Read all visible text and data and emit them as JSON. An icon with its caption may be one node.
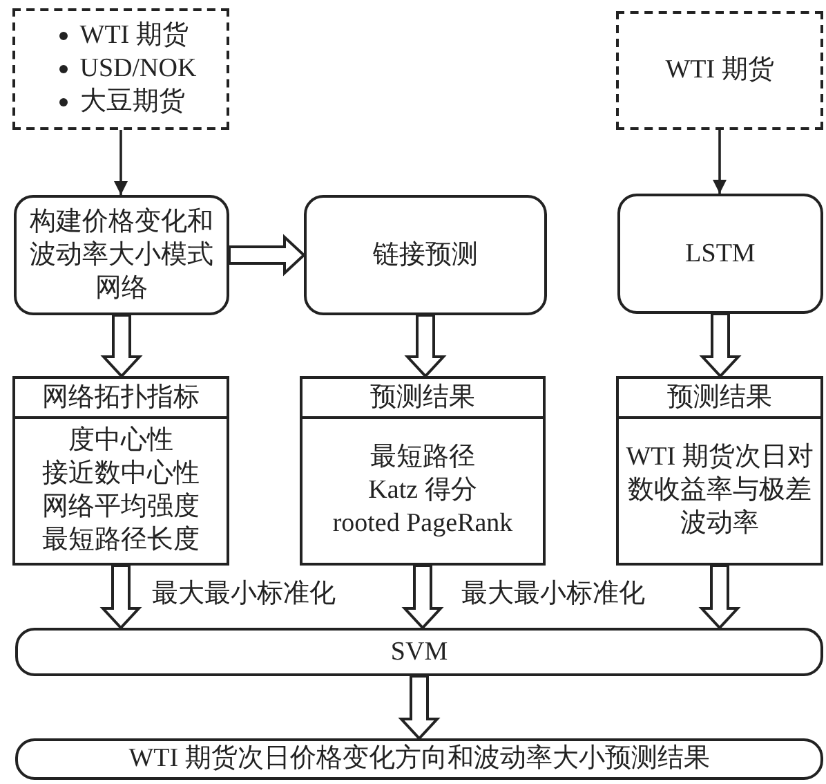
{
  "diagram": {
    "nodes": [
      {
        "text": [
          "WTI 期货",
          "USD/NOK",
          "大豆期货"
        ]
      },
      {
        "text": [
          "WTI 期货"
        ]
      },
      {
        "text": [
          "构建价格变化和波动率大小模式网络"
        ]
      },
      {
        "text": [
          "链接预测"
        ]
      },
      {
        "text": [
          "LSTM"
        ]
      },
      {
        "text": [
          "网络拓扑指标",
          "度中心性",
          "接近数中心性",
          "网络平均强度",
          "最短路径长度"
        ]
      },
      {
        "text": [
          "预测结果",
          "最短路径",
          "Katz 得分",
          "rooted PageRank"
        ]
      },
      {
        "text": [
          "预测结果",
          "WTI 期货次日对数收益率与极差波动率"
        ]
      },
      {
        "text": [
          "SVM"
        ]
      },
      {
        "text": [
          "WTI 期货次日价格变化方向和波动率大小预测结果"
        ]
      }
    ],
    "edges": [
      {
        "from": 0,
        "to": 2,
        "arrow": "to"
      },
      {
        "from": 1,
        "to": 4,
        "arrow": "to"
      },
      {
        "from": 2,
        "to": 3,
        "arrow": "to",
        "style": "thick"
      },
      {
        "from": 2,
        "to": 5,
        "arrow": "to",
        "style": "thick"
      },
      {
        "from": 3,
        "to": 6,
        "arrow": "to",
        "style": "thick"
      },
      {
        "from": 4,
        "to": 7,
        "arrow": "to",
        "style": "thick"
      },
      {
        "from": 5,
        "to": 8,
        "arrow": "to",
        "style": "thick",
        "label": "最大最小标准化"
      },
      {
        "from": 6,
        "to": 8,
        "arrow": "to",
        "style": "thick",
        "label": "最大最小标准化"
      },
      {
        "from": 7,
        "to": 8,
        "arrow": "to",
        "style": "thick"
      },
      {
        "from": 8,
        "to": 9,
        "arrow": "to",
        "style": "thick"
      }
    ]
  }
}
